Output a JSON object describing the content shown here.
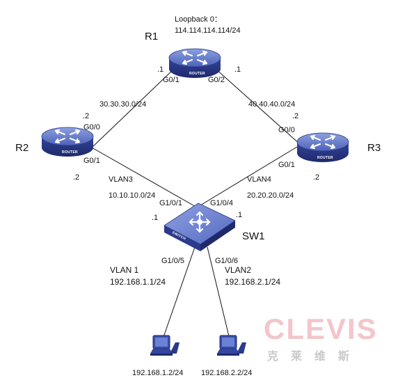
{
  "loopback": {
    "label": "Loopback 0：",
    "address": "114.114.114.114/24"
  },
  "devices": {
    "r1": {
      "name": "R1",
      "caption": "ROUTER"
    },
    "r2": {
      "name": "R2",
      "caption": "ROUTER"
    },
    "r3": {
      "name": "R3",
      "caption": "ROUTER"
    },
    "sw1": {
      "name": "SW1",
      "caption": "SWITCH"
    }
  },
  "links": {
    "r1_r2": {
      "network": "30.30.30.0/24",
      "r1_host": ".1",
      "r1_port": "G0/1",
      "r2_host": ".2",
      "r2_port": "G0/0"
    },
    "r1_r3": {
      "network": "40.40.40.0/24",
      "r1_host": ".1",
      "r1_port": "G0/2",
      "r3_host": ".2",
      "r3_port": "G0/0"
    },
    "r2_sw1": {
      "vlan": "VLAN3",
      "network": "10.10.10.0/24",
      "r2_host": ".2",
      "r2_port": "G0/1",
      "sw_host": ".1",
      "sw_port": "G1/0/1"
    },
    "r3_sw1": {
      "vlan": "VLAN4",
      "network": "20.20.20.0/24",
      "r3_host": ".2",
      "r3_port": "G0/1",
      "sw_host": ".1",
      "sw_port": "G1/0/4"
    },
    "sw1_pc1": {
      "sw_port": "G1/0/5",
      "vlan": "VLAN 1",
      "gateway": "192.168.1.1/24"
    },
    "sw1_pc2": {
      "sw_port": "G1/0/6",
      "vlan": "VLAN2",
      "gateway": "192.168.2.1/24"
    }
  },
  "hosts": {
    "pc1": {
      "address": "192.168.1.2/24"
    },
    "pc2": {
      "address": "192.168.2.2/24"
    }
  },
  "watermark": {
    "brand": "CLEVIS",
    "subtitle": "克莱维斯"
  },
  "colors": {
    "device_dark": "#2b3a8c",
    "device_light": "#6e84d4",
    "link": "#111111",
    "watermark": "#f3c6cb"
  }
}
